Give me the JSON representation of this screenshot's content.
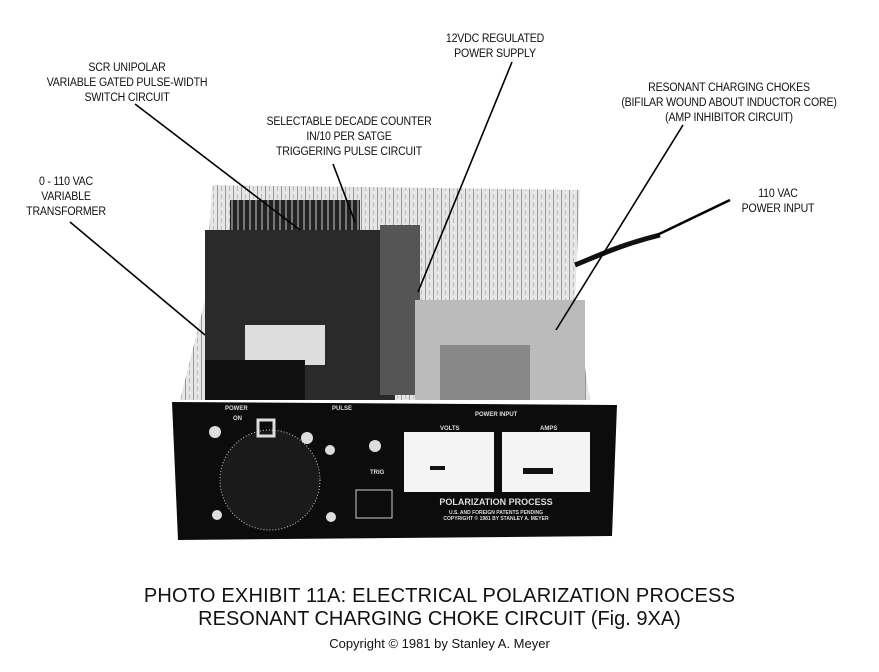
{
  "callouts": [
    {
      "id": "power-supply",
      "lines": [
        "12VDC REGULATED",
        "POWER SUPPLY"
      ]
    },
    {
      "id": "scr-switch",
      "lines": [
        "SCR UNIPOLAR",
        "VARIABLE GATED PULSE-WIDTH",
        "SWITCH CIRCUIT"
      ]
    },
    {
      "id": "chokes",
      "lines": [
        "RESONANT CHARGING CHOKES",
        "(BIFILAR WOUND ABOUT INDUCTOR CORE)",
        "(AMP INHIBITOR CIRCUIT)"
      ]
    },
    {
      "id": "decade-counter",
      "lines": [
        "SELECTABLE DECADE COUNTER",
        "IN/10 PER SATGE",
        "TRIGGERING PULSE CIRCUIT"
      ]
    },
    {
      "id": "transformer",
      "lines": [
        "0 - 110 VAC",
        "VARIABLE",
        "TRANSFORMER"
      ]
    },
    {
      "id": "power-input",
      "lines": [
        "110 VAC",
        "POWER INPUT"
      ]
    }
  ],
  "panel": {
    "power": "POWER",
    "on": "ON",
    "pulse": "PULSE",
    "power_input": "POWER INPUT",
    "volts": "VOLTS",
    "amps": "AMPS",
    "trig": "TRIG",
    "title": "POLARIZATION PROCESS",
    "patents": "U.S. AND FOREIGN PATENTS PENDING",
    "copyright": "COPYRIGHT © 1981 BY STANLEY A. MEYER"
  },
  "caption": {
    "line1": "PHOTO EXHIBIT 11A: ELECTRICAL POLARIZATION PROCESS",
    "line2": "RESONANT CHARGING CHOKE CIRCUIT (Fig. 9XA)",
    "line3": "Copyright © 1981 by Stanley A. Meyer"
  }
}
